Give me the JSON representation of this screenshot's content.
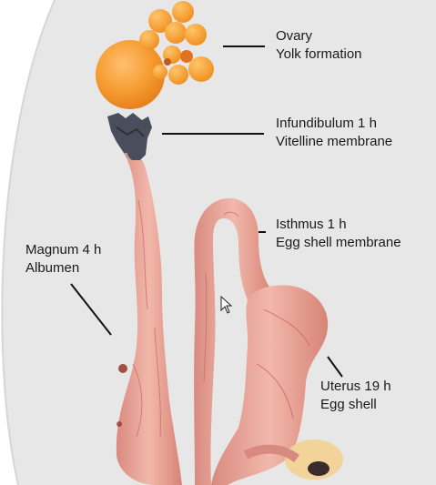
{
  "labels": {
    "ovary": {
      "line1": "Ovary",
      "line2": "Yolk formation"
    },
    "infundibulum": {
      "line1": "Infundibulum 1 h",
      "line2": "Vitelline membrane"
    },
    "isthmus": {
      "line1": "Isthmus 1 h",
      "line2": "Egg shell membrane"
    },
    "magnum": {
      "line1": "Magnum 4 h",
      "line2": "Albumen"
    },
    "uterus": {
      "line1": "Uterus 19 h",
      "line2": "Egg shell"
    }
  },
  "colors": {
    "background": "#e8e7e8",
    "yolk": "#f49a2c",
    "oviduct": "#e9a69a",
    "text": "#1a1a1a"
  },
  "icons": {
    "cursor": "mouse-pointer-icon"
  }
}
